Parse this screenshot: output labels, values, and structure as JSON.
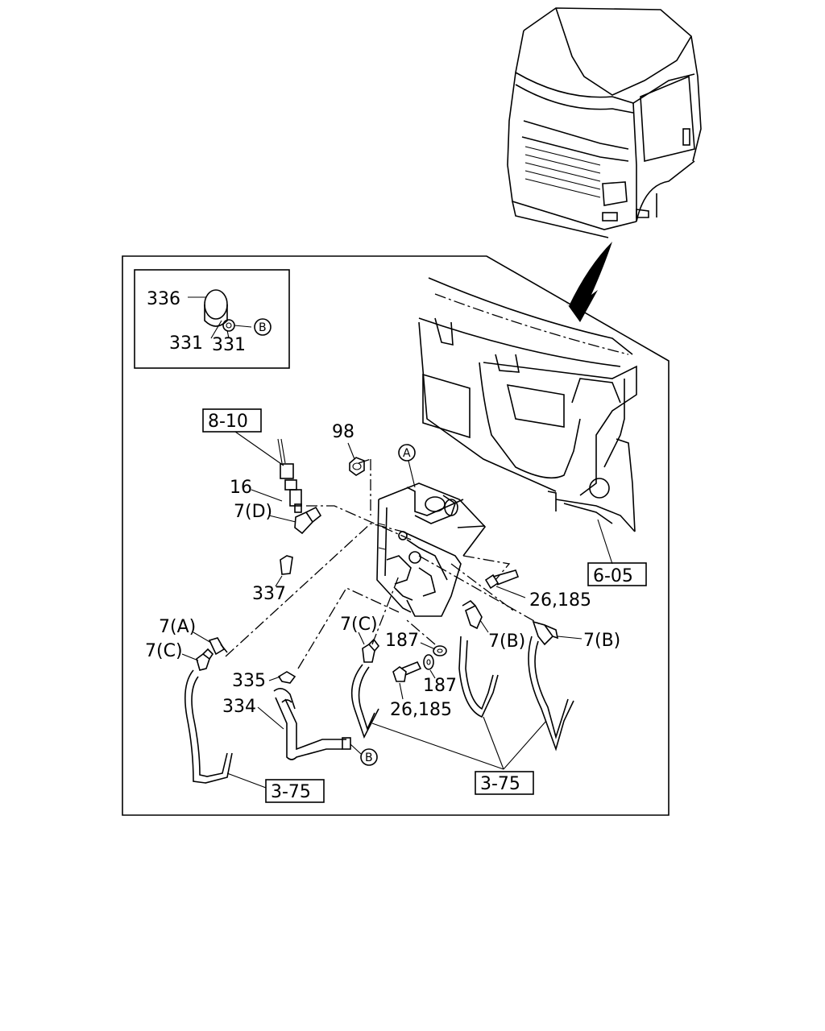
{
  "callouts": {
    "c336": "336",
    "c331a": "331",
    "c331b": "331",
    "cB_inset": "B",
    "ref_8_10": "8-10",
    "c98": "98",
    "cA": "A",
    "c16": "16",
    "c7D": "7(D)",
    "c337": "337",
    "ref_6_05": "6-05",
    "c26_185_a": "26,185",
    "c7A": "7(A)",
    "c7C_left": "7(C)",
    "c7C_mid": "7(C)",
    "c187_a": "187",
    "c7B_a": "7(B)",
    "c7B_b": "7(B)",
    "c335": "335",
    "c187_b": "187",
    "c334": "334",
    "c26_185_b": "26,185",
    "cB_main": "B",
    "ref_3_75_left": "3-75",
    "ref_3_75_right": "3-75"
  }
}
